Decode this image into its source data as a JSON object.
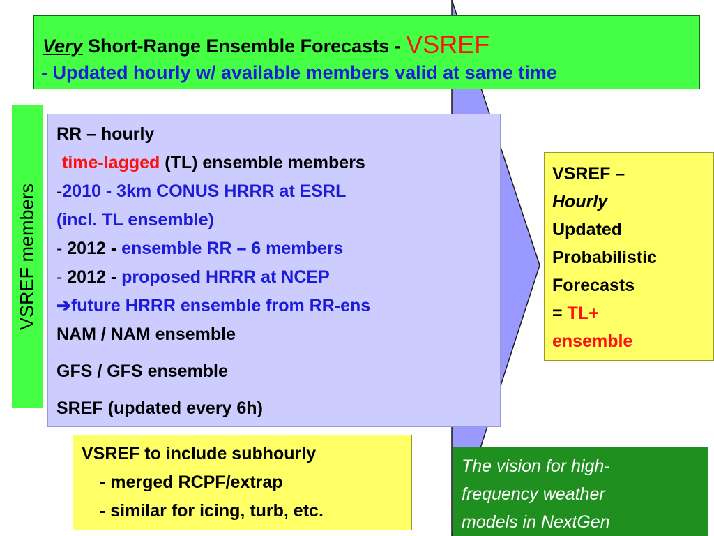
{
  "title": {
    "very": "Very",
    "main": " Short-Range Ensemble Forecasts - ",
    "acronym": "VSREF",
    "subtitle": "- Updated hourly w/ available members valid at same time"
  },
  "sidebar_label": "VSREF members",
  "members": {
    "rr_heading": "RR – hourly",
    "tl_prefix": "time-lagged",
    "tl_suffix": " (TL) ensemble members",
    "hrrr_esrl_dash": "-",
    "hrrr_esrl_1": "2010 - 3km CONUS HRRR at ESRL",
    "hrrr_esrl_2": "(incl. TL ensemble)",
    "rr_ens_dash": "- ",
    "rr_ens_year": "2012 - ",
    "rr_ens_text": "ensemble RR – 6 members",
    "ncep_dash": "- ",
    "ncep_year": "2012 - ",
    "ncep_text": "proposed HRRR at NCEP",
    "future_arrow": "➔",
    "future_text": "future HRRR ensemble from RR-ens",
    "nam": "NAM / NAM ensemble",
    "gfs": "GFS / GFS ensemble",
    "sref": "SREF (updated every 6h)"
  },
  "vsref_box": {
    "line1": "VSREF –",
    "line2": "Hourly",
    "line3": "Updated",
    "line4": "Probabilistic",
    "line5": "Forecasts",
    "line6_prefix": "= ",
    "line6_red": "TL+",
    "line7": "ensemble"
  },
  "subhourly": {
    "line1": "VSREF to include subhourly",
    "line2": "- merged RCPF/extrap",
    "line3": "- similar for icing, turb, etc."
  },
  "vision": {
    "line1": "The vision for high-",
    "line2": "frequency weather",
    "line3": "models in NextGen"
  },
  "colors": {
    "green_fill": "#44ff44",
    "lavender_fill": "#ccccff",
    "yellow_fill": "#ffff66",
    "dark_green_fill": "#1f8f1f",
    "arrow_fill": "#9999ff",
    "blue_text": "#1b1bd8",
    "red_text": "#ff1010"
  }
}
